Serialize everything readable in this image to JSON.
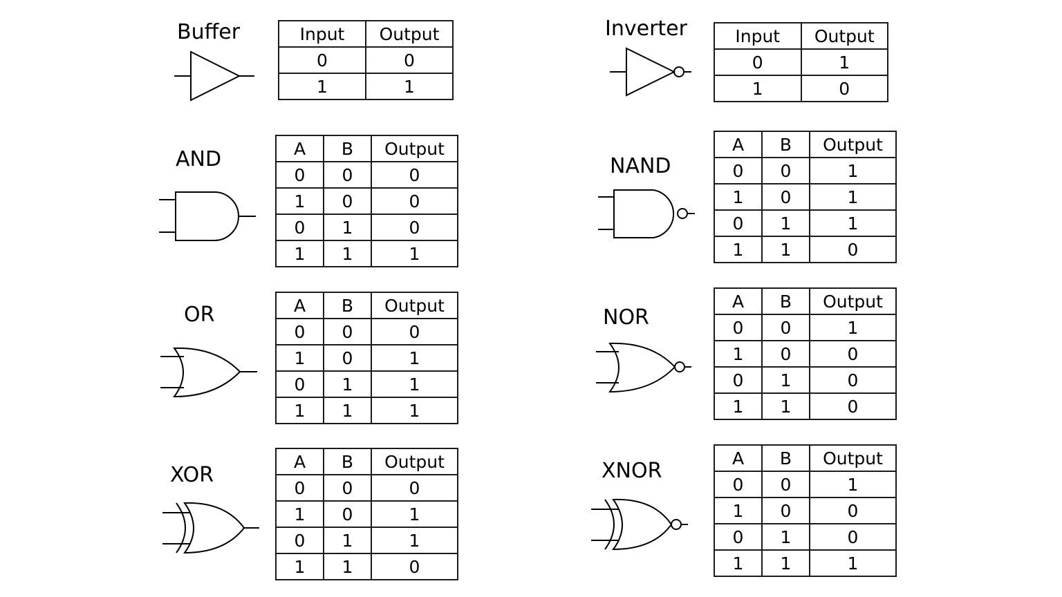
{
  "gates": [
    {
      "id": "buffer",
      "title": "Buffer",
      "icon": "buffer-gate-icon",
      "columns": [
        "Input",
        "Output"
      ],
      "rows": [
        [
          "0",
          "0"
        ],
        [
          "1",
          "1"
        ]
      ]
    },
    {
      "id": "inverter",
      "title": "Inverter",
      "icon": "not-gate-icon",
      "columns": [
        "Input",
        "Output"
      ],
      "rows": [
        [
          "0",
          "1"
        ],
        [
          "1",
          "0"
        ]
      ]
    },
    {
      "id": "and",
      "title": "AND",
      "icon": "and-gate-icon",
      "columns": [
        "A",
        "B",
        "Output"
      ],
      "rows": [
        [
          "0",
          "0",
          "0"
        ],
        [
          "1",
          "0",
          "0"
        ],
        [
          "0",
          "1",
          "0"
        ],
        [
          "1",
          "1",
          "1"
        ]
      ]
    },
    {
      "id": "nand",
      "title": "NAND",
      "icon": "nand-gate-icon",
      "columns": [
        "A",
        "B",
        "Output"
      ],
      "rows": [
        [
          "0",
          "0",
          "1"
        ],
        [
          "1",
          "0",
          "1"
        ],
        [
          "0",
          "1",
          "1"
        ],
        [
          "1",
          "1",
          "0"
        ]
      ]
    },
    {
      "id": "or",
      "title": "OR",
      "icon": "or-gate-icon",
      "columns": [
        "A",
        "B",
        "Output"
      ],
      "rows": [
        [
          "0",
          "0",
          "0"
        ],
        [
          "1",
          "0",
          "1"
        ],
        [
          "0",
          "1",
          "1"
        ],
        [
          "1",
          "1",
          "1"
        ]
      ]
    },
    {
      "id": "nor",
      "title": "NOR",
      "icon": "nor-gate-icon",
      "columns": [
        "A",
        "B",
        "Output"
      ],
      "rows": [
        [
          "0",
          "0",
          "1"
        ],
        [
          "1",
          "0",
          "0"
        ],
        [
          "0",
          "1",
          "0"
        ],
        [
          "1",
          "1",
          "0"
        ]
      ]
    },
    {
      "id": "xor",
      "title": "XOR",
      "icon": "xor-gate-icon",
      "columns": [
        "A",
        "B",
        "Output"
      ],
      "rows": [
        [
          "0",
          "0",
          "0"
        ],
        [
          "1",
          "0",
          "1"
        ],
        [
          "0",
          "1",
          "1"
        ],
        [
          "1",
          "1",
          "0"
        ]
      ]
    },
    {
      "id": "xnor",
      "title": "XNOR",
      "icon": "xnor-gate-icon",
      "columns": [
        "A",
        "B",
        "Output"
      ],
      "rows": [
        [
          "0",
          "0",
          "1"
        ],
        [
          "1",
          "0",
          "0"
        ],
        [
          "0",
          "1",
          "0"
        ],
        [
          "1",
          "1",
          "1"
        ]
      ]
    }
  ]
}
